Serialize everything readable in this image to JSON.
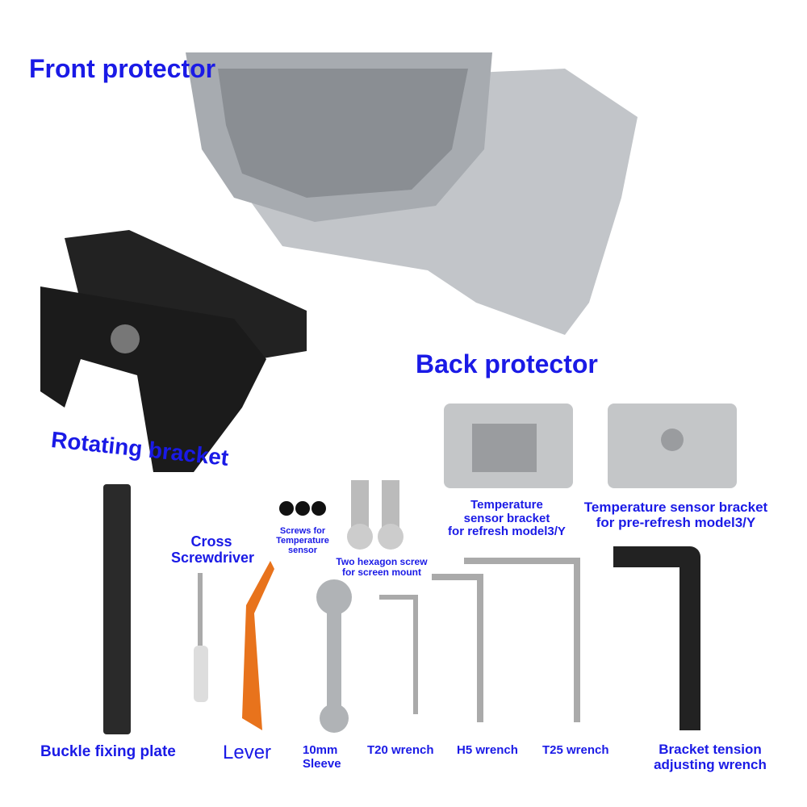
{
  "labels": {
    "front_protector": "Front protector",
    "back_protector": "Back protector",
    "rotating_bracket": "Rotating bracket",
    "temp_bracket_refresh": [
      "Temperature",
      "sensor bracket",
      "for refresh model3/Y"
    ],
    "temp_bracket_prerefresh": [
      "Temperature sensor bracket",
      "for pre-refresh model3/Y"
    ],
    "cross_screwdriver": [
      "Cross",
      "Screwdriver"
    ],
    "screws_temp_sensor": [
      "Screws for",
      "Temperature",
      "sensor"
    ],
    "hexagon_screws": [
      "Two hexagon screw",
      "for screen mount"
    ],
    "buckle_fixing_plate": "Buckle fixing plate",
    "lever": "Lever",
    "sleeve": [
      "10mm",
      "Sleeve"
    ],
    "t20_wrench": "T20 wrench",
    "h5_wrench": "H5 wrench",
    "t25_wrench": "T25 wrench",
    "bracket_tension_wrench": [
      "Bracket tension",
      "adjusting wrench"
    ]
  },
  "colors": {
    "label": "#1a1ae6",
    "silver": "#b9bcc0",
    "black": "#1b1b1b",
    "orange": "#e8731c"
  }
}
